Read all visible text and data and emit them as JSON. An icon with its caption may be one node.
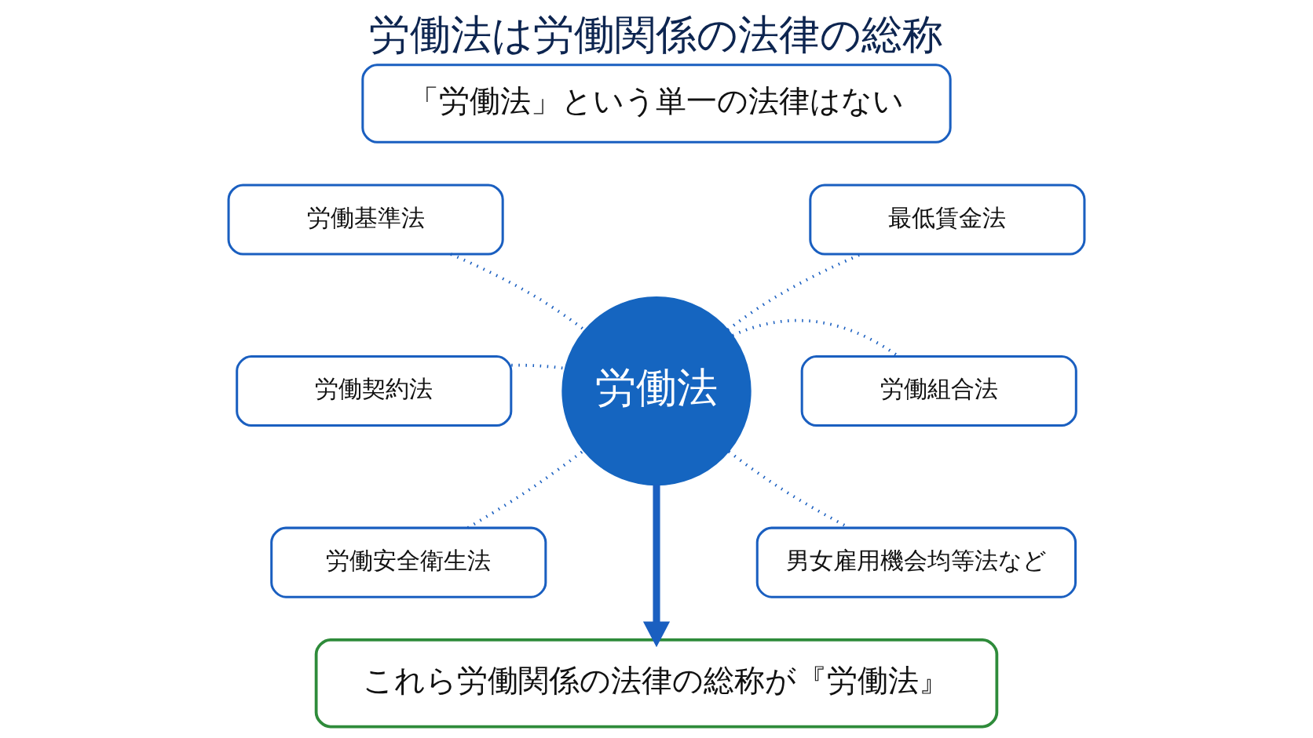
{
  "diagram": {
    "title": "労働法は労働関係の法律の総称",
    "nodes": [
      {
        "text": [
          "「労働法」という単一の法律はない"
        ]
      },
      {
        "text": [
          "労働基準法"
        ]
      },
      {
        "text": [
          "最低賃金法"
        ]
      },
      {
        "text": [
          "労働契約法"
        ]
      },
      {
        "text": [
          "労働法"
        ]
      },
      {
        "text": [
          "労働組合法"
        ]
      },
      {
        "text": [
          "労働安全衛生法"
        ]
      },
      {
        "text": [
          "男女雇用機会均等法など"
        ]
      },
      {
        "text": [
          "これら労働関係の法律の総称が『労働法』"
        ]
      }
    ],
    "edges": [
      {
        "from": 1,
        "to": 4,
        "arrow": "none",
        "style": "dashed"
      },
      {
        "from": 4,
        "to": 2,
        "arrow": "none",
        "style": "dashed"
      },
      {
        "from": 3,
        "to": 4,
        "arrow": "none",
        "style": "dashed"
      },
      {
        "from": 4,
        "to": 5,
        "arrow": "none",
        "style": "dashed"
      },
      {
        "from": 6,
        "to": 4,
        "arrow": "none",
        "style": "dashed"
      },
      {
        "from": 4,
        "to": 7,
        "arrow": "none",
        "style": "dashed"
      },
      {
        "from": 4,
        "to": 8,
        "arrow": "to",
        "style": "thick"
      }
    ]
  }
}
